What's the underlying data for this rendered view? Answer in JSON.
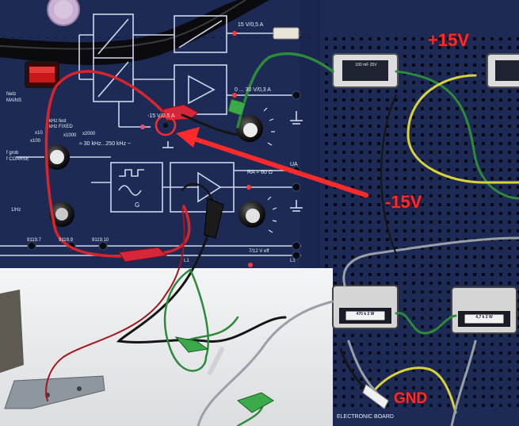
{
  "annotations": {
    "plus15": "+15V",
    "minus15": "-15V",
    "gnd": "GND"
  },
  "panel": {
    "mains": "Netz",
    "mains_en": "MAINS",
    "rail_15v": "15 V/0,5 A",
    "rail_adj": "0 ... 30 V/0,3 A",
    "rail_neg": "-15 V/0,5 A",
    "khz_fest": "kHz fest",
    "khz_fixed": "kHz FIXED",
    "x10": "x10",
    "x100": "x100",
    "x1000": "x1000",
    "x2000": "x2000",
    "range": "≈ 30 kHz...250 kHz ~",
    "fgrob": "f grob",
    "fcoarse": "f COARSE",
    "ua": "UA",
    "ra": "RA ≈ 60 Ω",
    "generator": "G",
    "hz": "1/Hz",
    "id1": "9119.7",
    "id2": "9119.9",
    "id3": "9119.10",
    "veff": "7/12 V eff",
    "l1a": "L1",
    "l1b": "L1",
    "board": "ELECTRONIC BOARD"
  },
  "components": {
    "top_cap_label": "100 mF 25V",
    "res1": "470 k 2 W",
    "res2": "4,7 k 2 W"
  },
  "colors": {
    "panel_blue": "#1c2a55",
    "annotation_red": "#ff2a2a",
    "wire_red": "#d8242c",
    "wire_green": "#2d8a3a",
    "wire_yellow": "#d9d23a",
    "wire_black": "#151515",
    "wire_grey": "#9aa0a8"
  }
}
